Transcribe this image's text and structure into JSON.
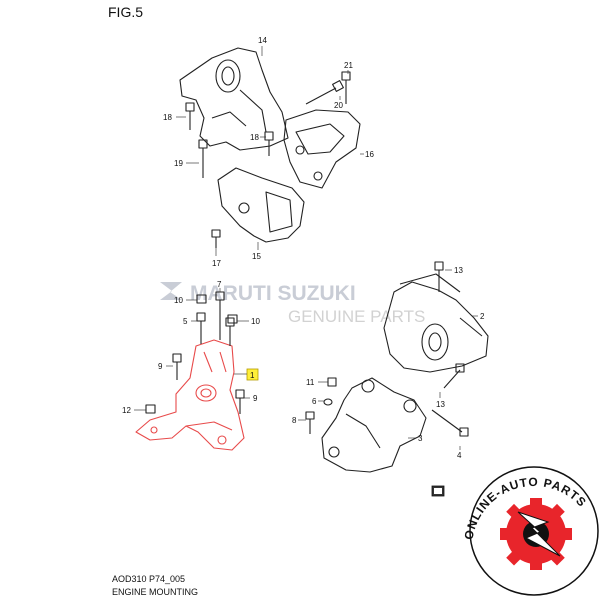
{
  "figure_title": "FIG.5",
  "caption": {
    "code": "AOD310 P74_005",
    "name": "ENGINE MOUNTING"
  },
  "watermark": {
    "brand": "MARUTI SUZUKI",
    "sub": "GENUINE PARTS"
  },
  "badge": {
    "text": "ONLINE-AUTO PARTS",
    "colors": {
      "gear": "#e8252b",
      "ring": "#111111",
      "bolt": "#ffffff"
    }
  },
  "highlight_color": "#e84a4a",
  "callouts": {
    "c14": "14",
    "c21": "21",
    "c20": "20",
    "c18a": "18",
    "c18b": "18",
    "c19": "19",
    "c16": "16",
    "c17": "17",
    "c15": "15",
    "c13a": "13",
    "c13b": "13",
    "c2": "2",
    "c11": "11",
    "c6": "6",
    "c8": "8",
    "c3": "3",
    "c4": "4",
    "c10a": "10",
    "c10b": "10",
    "c7": "7",
    "c5": "5",
    "c9a": "9",
    "c9b": "9",
    "c1": "1",
    "c12": "12"
  }
}
